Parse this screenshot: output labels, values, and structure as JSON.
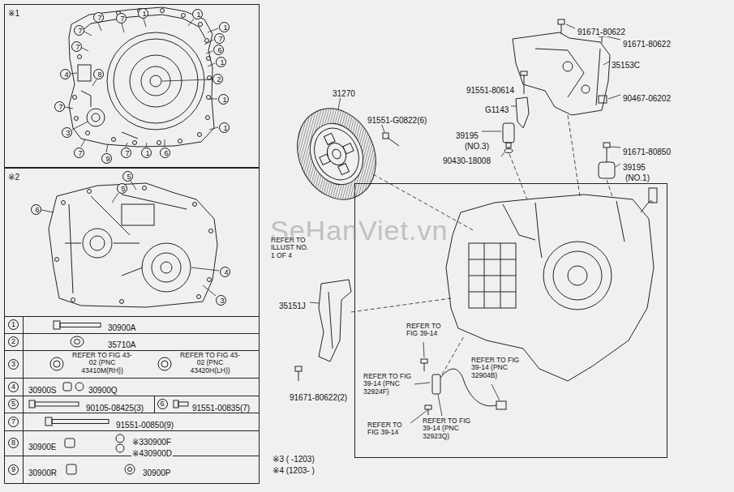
{
  "diagram": {
    "nodes": [
      {
        "text": [
          "※1"
        ]
      },
      {
        "text": [
          "7"
        ],
        "in": 0
      },
      {
        "text": [
          "7"
        ],
        "in": 0
      },
      {
        "text": [
          "1"
        ],
        "in": 0
      },
      {
        "text": [
          "1"
        ],
        "in": 0
      },
      {
        "text": [
          "7"
        ],
        "in": 0
      },
      {
        "text": [
          "7"
        ],
        "in": 0
      },
      {
        "text": [
          "1"
        ],
        "in": 0
      },
      {
        "text": [
          "7"
        ],
        "in": 0
      },
      {
        "text": [
          "6"
        ],
        "in": 0
      },
      {
        "text": [
          "1"
        ],
        "in": 0
      },
      {
        "text": [
          "4"
        ],
        "in": 0
      },
      {
        "text": [
          "8"
        ],
        "in": 0
      },
      {
        "text": [
          "2"
        ],
        "in": 0
      },
      {
        "text": [
          "1"
        ],
        "in": 0
      },
      {
        "text": [
          "7"
        ],
        "in": 0
      },
      {
        "text": [
          "1"
        ],
        "in": 0
      },
      {
        "text": [
          "3"
        ],
        "in": 0
      },
      {
        "text": [
          "7"
        ],
        "in": 0
      },
      {
        "text": [
          "9"
        ],
        "in": 0
      },
      {
        "text": [
          "7"
        ],
        "in": 0
      },
      {
        "text": [
          "1"
        ],
        "in": 0
      },
      {
        "text": [
          "6"
        ],
        "in": 0
      },
      {
        "text": [
          "※2"
        ]
      },
      {
        "text": [
          "5"
        ],
        "in": 23
      },
      {
        "text": [
          "5"
        ],
        "in": 23
      },
      {
        "text": [
          "6"
        ],
        "in": 23
      },
      {
        "text": [
          "4"
        ],
        "in": 23
      },
      {
        "text": [
          "3"
        ],
        "in": 23
      },
      {
        "text": [
          "1"
        ]
      },
      {
        "text": [
          "2"
        ]
      },
      {
        "text": [
          "3"
        ]
      },
      {
        "text": [
          "4"
        ]
      },
      {
        "text": [
          "5"
        ]
      },
      {
        "text": [
          "6"
        ]
      },
      {
        "text": [
          "7"
        ]
      },
      {
        "text": [
          "8"
        ]
      },
      {
        "text": [
          "9"
        ]
      }
    ],
    "labels": [
      "SeHanViet.vn",
      "31270",
      "91551-G0822(6)",
      "91671-80622",
      "91671-80622",
      "35153C",
      "91551-80614",
      "G1143",
      "90467-06202",
      "39195",
      "(NO.3)",
      "90430-18008",
      "91671-80850",
      "39195",
      "(NO.1)",
      "REFER TO ILLUST NO. 1 OF 4",
      "35151J",
      "91671-80622(2)",
      "REFER TO FIG 39-14",
      "REFER TO FIG 39-14 (PNC 32904B)",
      "REFER TO FIG 39-14 (PNC 32924F)",
      "REFER TO FIG 39-14",
      "REFER TO FIG 39-14 (PNC 32923Q)",
      "※3 ( -1203)",
      "※4 (1203- )",
      "30900A",
      "35710A",
      "REFER TO FIG 43-02 (PNC 43410M(RH))",
      "REFER TO FIG 43-02 (PNC 43420H(LH))",
      "30900S",
      "30900Q",
      "90105-08425(3)",
      "91551-00835(7)",
      "91551-00850(9)",
      "30900E",
      "※330900F",
      "※430900D",
      "30900R",
      "30900P"
    ]
  }
}
